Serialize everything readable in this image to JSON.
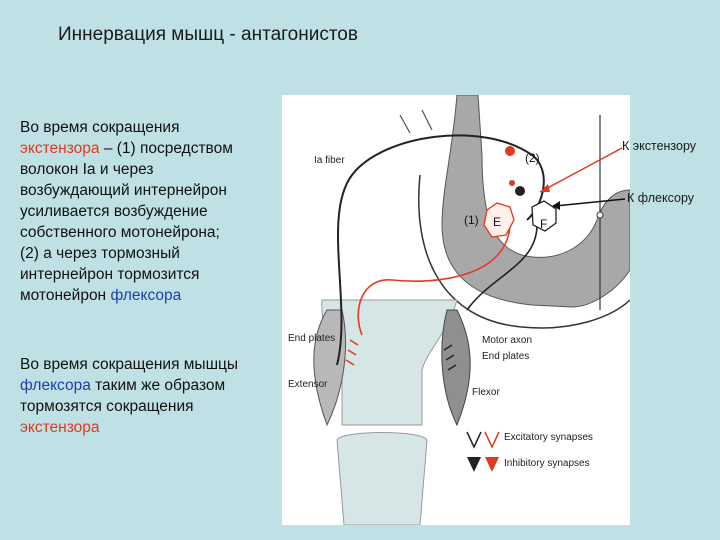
{
  "title": "Иннервация мышц - антагонистов",
  "para1": {
    "line1": "Во время сокращения",
    "line2a": "экстензора",
    "line2b": " – (1) посредством",
    "line3": "волокон Ia  и через",
    "line4": "возбуждающий интернейрон",
    "line5": "усиливается возбуждение",
    "line6": "собственного мотонейрона;",
    "line7": "(2) а через тормозный",
    "line8": "интернейрон тормозится",
    "line9a": "мотонейрон ",
    "line9b": "флексора"
  },
  "para2": {
    "line1": "Во время сокращения мышцы",
    "line2a": "флексора",
    "line2b": " таким же образом",
    "line3": "тормозятся сокращения",
    "line4": "экстензора"
  },
  "figure": {
    "ia_fiber": "Ia fiber",
    "label_2": "(2)",
    "label_1": "(1)",
    "cell_e": "E",
    "cell_f": "F",
    "end_plates_left": "End plates",
    "motor_axon": "Motor axon",
    "end_plates_right": "End plates",
    "extensor": "Extensor",
    "flexor": "Flexor",
    "excitatory": "Excitatory synapses",
    "inhibitory": "Inhibitory synapses"
  },
  "annotations": {
    "to_extensor": "К экстензору",
    "to_flexor": "К флексору"
  },
  "colors": {
    "background": "#bfe0e4",
    "red_text": "#e03a1e",
    "blue_text": "#1f3fa8",
    "neuron_red": "#e03a1e",
    "gray_matter": "#a8a8a8"
  }
}
